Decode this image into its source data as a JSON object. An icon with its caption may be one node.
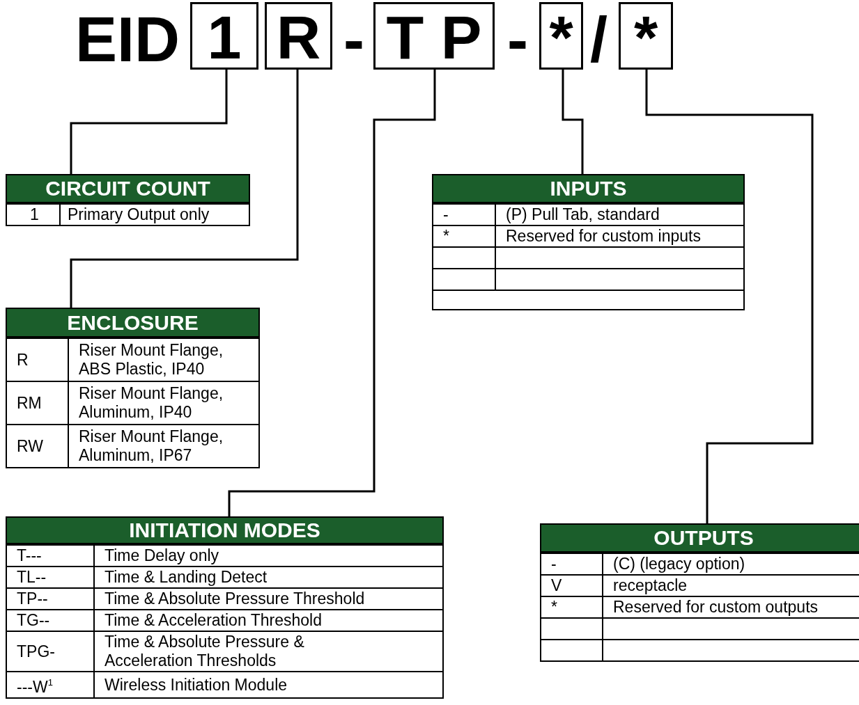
{
  "diagram": {
    "nodes": [
      {
        "text": [
          "1"
        ]
      },
      {
        "text": [
          "R"
        ]
      },
      {
        "text": [
          "T P"
        ]
      },
      {
        "text": [
          "*"
        ]
      },
      {
        "text": [
          "*"
        ]
      },
      {
        "text": [
          "CIRCUIT COUNT",
          "1",
          "Primary Output only"
        ]
      },
      {
        "text": [
          "ENCLOSURE",
          "R",
          "Riser Mount Flange, ABS Plastic, IP40",
          "RM",
          "Riser Mount Flange, Aluminum, IP40",
          "RW",
          "Riser Mount Flange, Aluminum, IP67"
        ]
      },
      {
        "text": [
          "INITIATION MODES",
          "T---",
          "Time Delay only",
          "TL--",
          "Time & Landing Detect",
          "TP--",
          "Time & Absolute Pressure Threshold",
          "TG--",
          "Time & Acceleration Threshold",
          "TPG-",
          "Time & Absolute Pressure & Acceleration Thresholds",
          "---W$^{1}$",
          "Wireless Initiation Module"
        ]
      },
      {
        "text": [
          "INPUTS",
          "-",
          "(P) Pull Tab, standard",
          "*",
          "Reserved for custom inputs"
        ]
      },
      {
        "text": [
          "OUTPUTS",
          "-",
          "(C) (legacy option)",
          "V",
          "receptacle",
          "*",
          "Reserved for custom outputs"
        ]
      }
    ],
    "edges": [
      {
        "from": 0,
        "to": 5,
        "arrow": "none"
      },
      {
        "from": 1,
        "to": 6,
        "arrow": "none"
      },
      {
        "from": 2,
        "to": 7,
        "arrow": "none"
      },
      {
        "from": 3,
        "to": 8,
        "arrow": "none"
      },
      {
        "from": 4,
        "to": 9,
        "arrow": "none"
      }
    ],
    "labels": [
      "EID",
      "-",
      "-",
      "/"
    ]
  }
}
